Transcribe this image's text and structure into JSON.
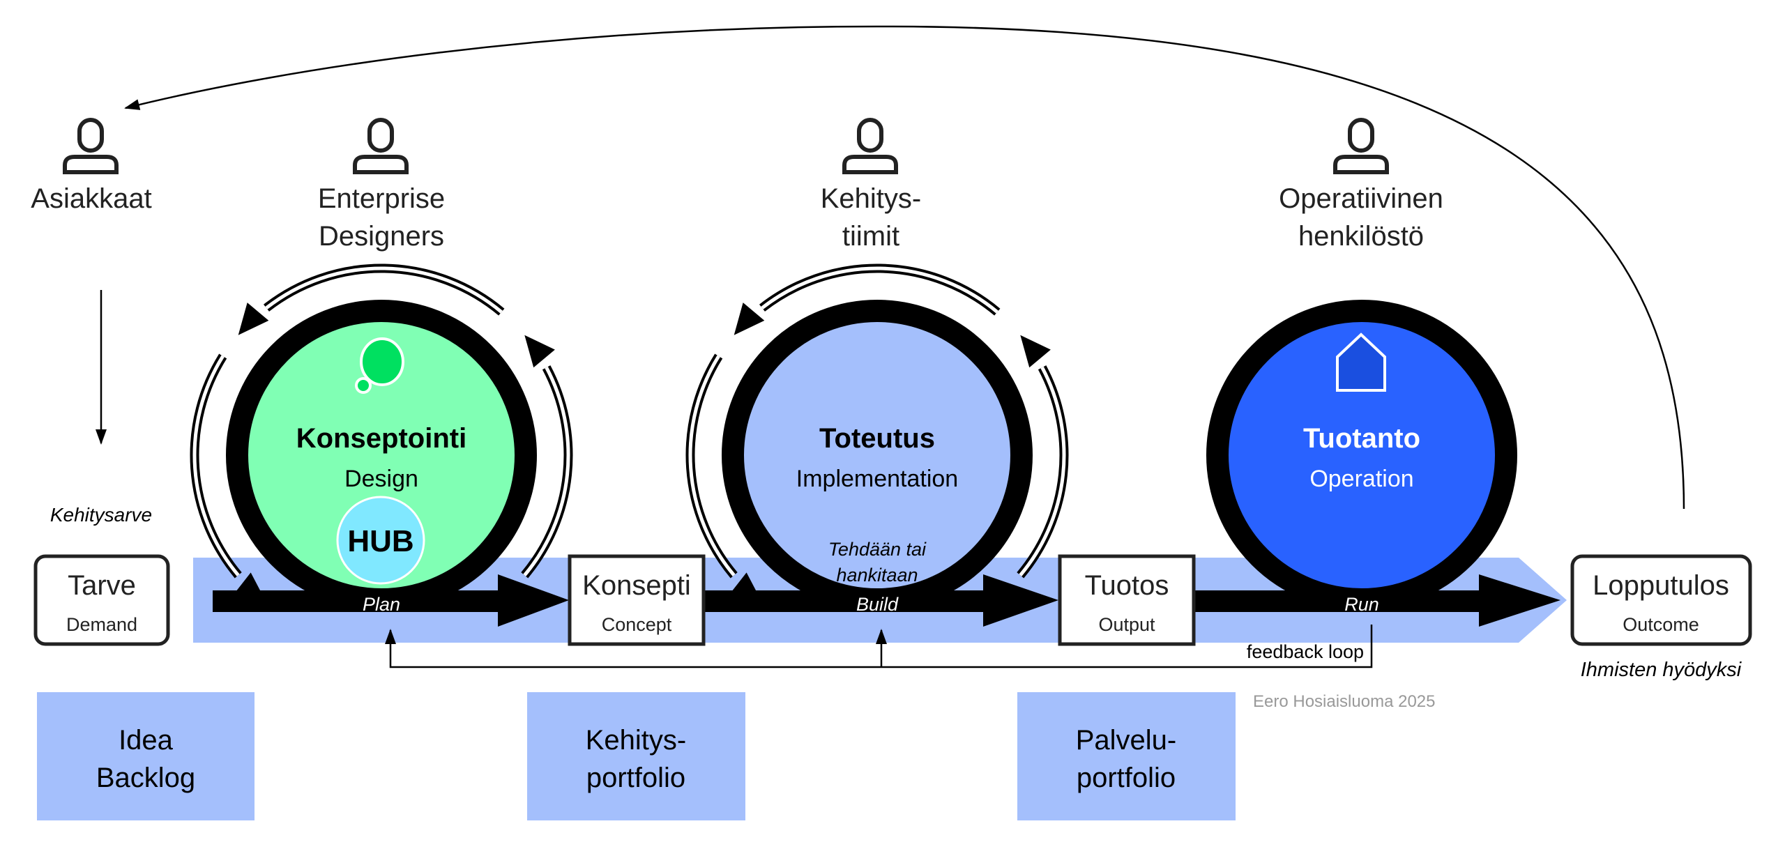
{
  "actors": {
    "customers": "Asiakkaat",
    "designers_1": "Enterprise",
    "designers_2": "Designers",
    "dev_1": "Kehitys-",
    "dev_2": "tiimit",
    "ops_1": "Operatiivinen",
    "ops_2": "henkilöstö"
  },
  "need_label": "Kehitysarve",
  "stages": {
    "demand": {
      "title": "Tarve",
      "subtitle": "Demand"
    },
    "concept": {
      "title": "Konsepti",
      "subtitle": "Concept"
    },
    "output": {
      "title": "Tuotos",
      "subtitle": "Output"
    },
    "outcome": {
      "title": "Lopputulos",
      "subtitle": "Outcome",
      "note": "Ihmisten hyödyksi"
    }
  },
  "phases": {
    "design": {
      "title": "Konseptointi",
      "subtitle": "Design",
      "hub": "HUB",
      "flow": "Plan",
      "color": "#80ffb4",
      "icon": "thought-bubble-icon"
    },
    "implementation": {
      "title": "Toteutus",
      "subtitle": "Implementation",
      "note_1": "Tehdään tai",
      "note_2": "hankitaan",
      "flow": "Build",
      "color": "#a4bffc"
    },
    "operation": {
      "title": "Tuotanto",
      "subtitle": "Operation",
      "flow": "Run",
      "color": "#2962ff",
      "icon": "house-icon"
    }
  },
  "feedback_label": "feedback loop",
  "portfolios": {
    "idea_1": "Idea",
    "idea_2": "Backlog",
    "dev_1": "Kehitys-",
    "dev_2": "portfolio",
    "service_1": "Palvelu-",
    "service_2": "portfolio"
  },
  "credit": "Eero Hosiaisluoma 2025",
  "colors": {
    "band": "#a4bffc",
    "hub": "#80e8ff",
    "bubble": "#00e060",
    "house": "#1a4fe0"
  }
}
